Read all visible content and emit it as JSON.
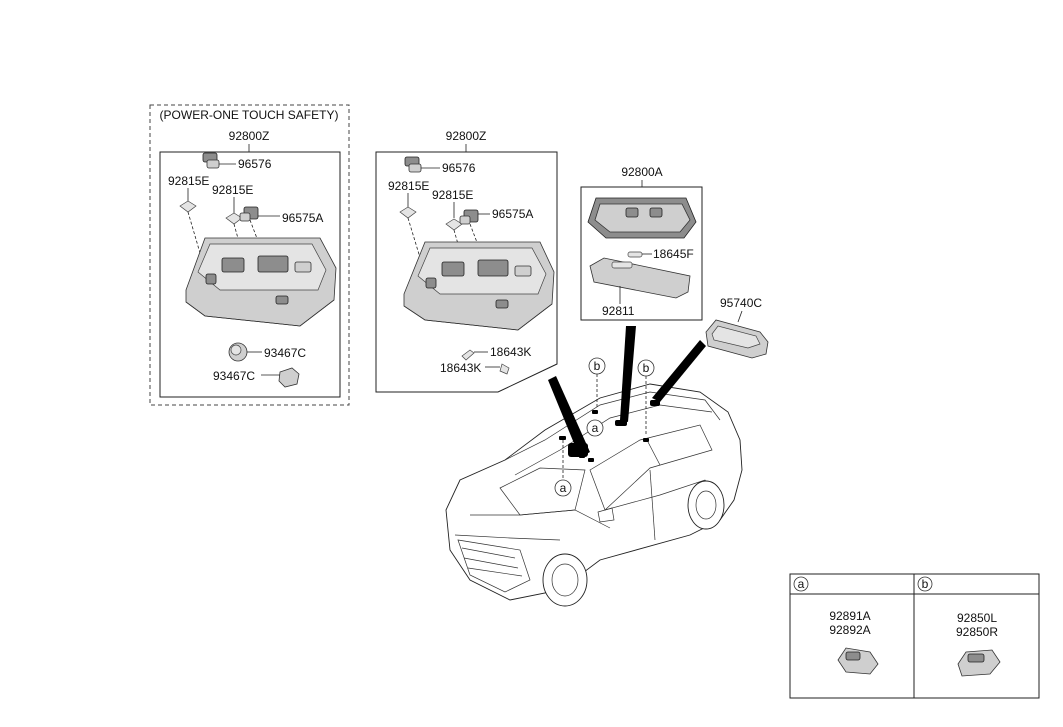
{
  "group_one_touch": {
    "header": "(POWER-ONE TOUCH SAFETY)",
    "assembly": "92800Z",
    "parts": {
      "bulb_socket": "96576",
      "lamp_left": "92815E",
      "lamp_right": "92815E",
      "sensor": "96575A",
      "knob_a": "93467C",
      "knob_b": "93467C"
    }
  },
  "group_standard": {
    "assembly": "92800Z",
    "parts": {
      "bulb_socket": "96576",
      "lamp_left": "92815E",
      "lamp_right": "92815E",
      "sensor": "96575A",
      "bulb_a": "18643K",
      "bulb_b": "18643K"
    }
  },
  "group_room_lamp": {
    "assembly": "92800A",
    "parts": {
      "bulb": "18645F",
      "lens": "92811"
    }
  },
  "cargo_lamp": "95740C",
  "callouts": {
    "a": "a",
    "b": "b"
  },
  "legend": {
    "a": {
      "letter": "a",
      "parts": [
        "92891A",
        "92892A"
      ]
    },
    "b": {
      "letter": "b",
      "parts": [
        "92850L",
        "92850R"
      ]
    }
  }
}
